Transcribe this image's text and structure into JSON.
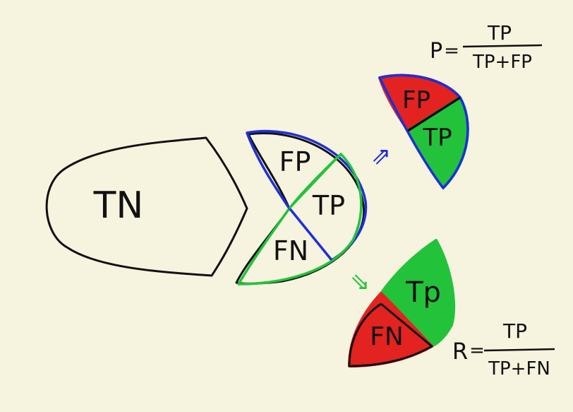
{
  "labels": {
    "tn": "TN",
    "center_fp": "FP",
    "center_tp": "TP",
    "center_fn": "FN",
    "precision_fp": "FP",
    "precision_tp": "TP",
    "recall_tp": "Tp",
    "recall_fn": "FN"
  },
  "formulas": {
    "precision": {
      "symbol": "P",
      "numerator": "TP",
      "denominator": "TP+FP"
    },
    "recall": {
      "symbol": "R",
      "numerator": "TP",
      "denominator": "TP+FN"
    }
  },
  "arrows": {
    "to_precision": "⇗",
    "to_recall": "⇘"
  },
  "colors": {
    "background": "#f6f3df",
    "ink": "#111111",
    "blue": "#1f2fd8",
    "green": "#22c33a",
    "red": "#e2231f"
  }
}
